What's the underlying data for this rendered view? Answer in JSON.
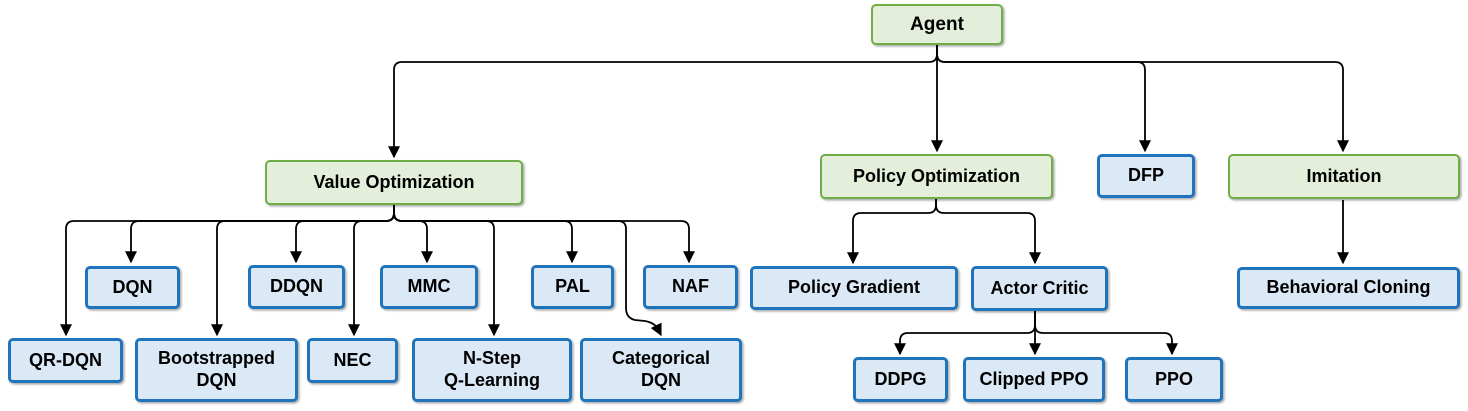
{
  "colors": {
    "category_fill": "#e3efda",
    "category_border": "#70ad47",
    "algorithm_fill": "#dbe9f6",
    "algorithm_border": "#1f74bb",
    "connector": "#000000",
    "text": "#000000"
  },
  "nodes": [
    {
      "id": "agent",
      "label": "Agent",
      "type": "category"
    },
    {
      "id": "value-optimization",
      "label": "Value Optimization",
      "type": "category"
    },
    {
      "id": "policy-optimization",
      "label": "Policy Optimization",
      "type": "category"
    },
    {
      "id": "dfp",
      "label": "DFP",
      "type": "algorithm"
    },
    {
      "id": "imitation",
      "label": "Imitation",
      "type": "category"
    },
    {
      "id": "dqn",
      "label": "DQN",
      "type": "algorithm"
    },
    {
      "id": "ddqn",
      "label": "DDQN",
      "type": "algorithm"
    },
    {
      "id": "mmc",
      "label": "MMC",
      "type": "algorithm"
    },
    {
      "id": "pal",
      "label": "PAL",
      "type": "algorithm"
    },
    {
      "id": "naf",
      "label": "NAF",
      "type": "algorithm"
    },
    {
      "id": "qr-dqn",
      "label": "QR-DQN",
      "type": "algorithm"
    },
    {
      "id": "bootstrapped-dqn",
      "label": "Bootstrapped\nDQN",
      "type": "algorithm"
    },
    {
      "id": "nec",
      "label": "NEC",
      "type": "algorithm"
    },
    {
      "id": "n-step-q-learning",
      "label": "N-Step\nQ-Learning",
      "type": "algorithm"
    },
    {
      "id": "categorical-dqn",
      "label": "Categorical\nDQN",
      "type": "algorithm"
    },
    {
      "id": "policy-gradient",
      "label": "Policy Gradient",
      "type": "algorithm"
    },
    {
      "id": "actor-critic",
      "label": "Actor Critic",
      "type": "algorithm"
    },
    {
      "id": "ddpg",
      "label": "DDPG",
      "type": "algorithm"
    },
    {
      "id": "clipped-ppo",
      "label": "Clipped PPO",
      "type": "algorithm"
    },
    {
      "id": "ppo",
      "label": "PPO",
      "type": "algorithm"
    },
    {
      "id": "behavioral-cloning",
      "label": "Behavioral Cloning",
      "type": "algorithm"
    }
  ],
  "edges": [
    [
      "agent",
      "value-optimization"
    ],
    [
      "agent",
      "policy-optimization"
    ],
    [
      "agent",
      "dfp"
    ],
    [
      "agent",
      "imitation"
    ],
    [
      "value-optimization",
      "qr-dqn"
    ],
    [
      "value-optimization",
      "dqn"
    ],
    [
      "value-optimization",
      "bootstrapped-dqn"
    ],
    [
      "value-optimization",
      "ddqn"
    ],
    [
      "value-optimization",
      "nec"
    ],
    [
      "value-optimization",
      "mmc"
    ],
    [
      "value-optimization",
      "n-step-q-learning"
    ],
    [
      "value-optimization",
      "pal"
    ],
    [
      "value-optimization",
      "categorical-dqn"
    ],
    [
      "value-optimization",
      "naf"
    ],
    [
      "policy-optimization",
      "policy-gradient"
    ],
    [
      "policy-optimization",
      "actor-critic"
    ],
    [
      "actor-critic",
      "ddpg"
    ],
    [
      "actor-critic",
      "clipped-ppo"
    ],
    [
      "actor-critic",
      "ppo"
    ],
    [
      "imitation",
      "behavioral-cloning"
    ]
  ]
}
